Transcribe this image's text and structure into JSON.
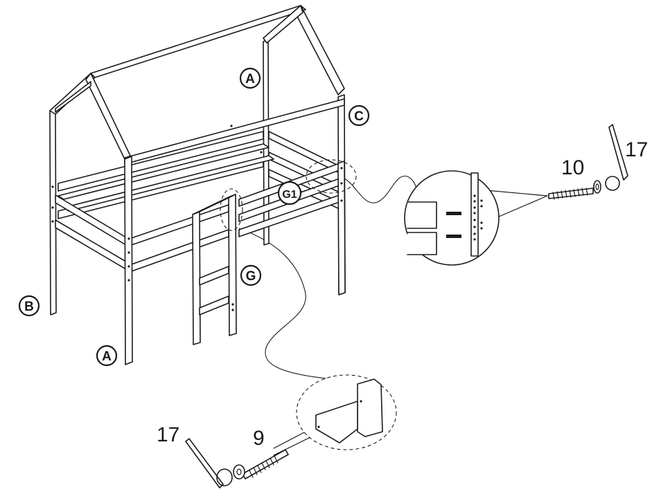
{
  "labels": {
    "part_a_top": "A",
    "part_a_bottom": "A",
    "part_b": "B",
    "part_c": "C",
    "part_g": "G",
    "part_g1": "G1"
  },
  "callouts": {
    "upper_screw": "10",
    "upper_key": "17",
    "lower_screw": "9",
    "lower_key": "17"
  },
  "icons": {
    "allen_key": "allen-key-icon",
    "screw": "screw-icon",
    "washer": "washer-icon"
  },
  "colors": {
    "line": "#1a1a1a",
    "background": "#ffffff"
  }
}
